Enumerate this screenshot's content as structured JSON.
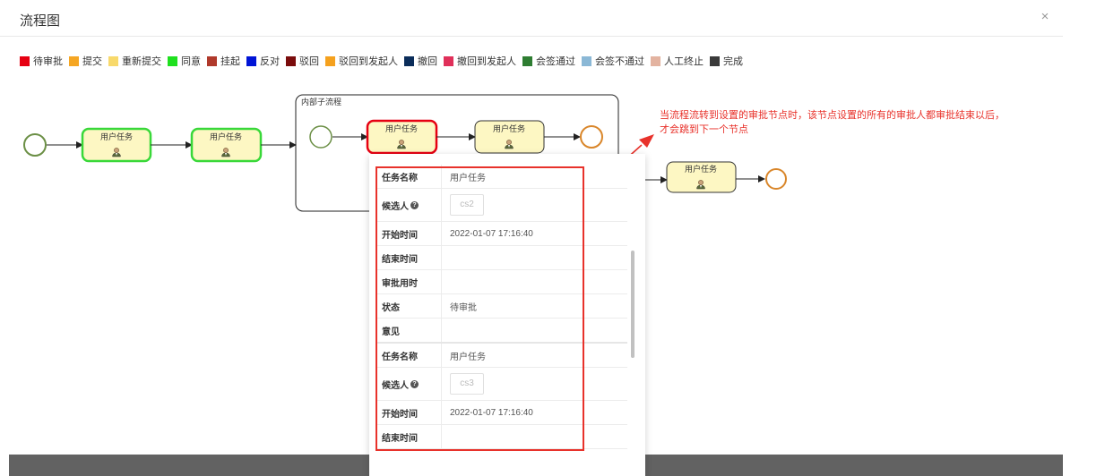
{
  "dialog": {
    "title": "流程图",
    "close_label": "×"
  },
  "legend": [
    {
      "label": "待审批",
      "color": "#e60012"
    },
    {
      "label": "提交",
      "color": "#f5a623"
    },
    {
      "label": "重新提交",
      "color": "#f8d96b"
    },
    {
      "label": "同意",
      "color": "#1fe01f"
    },
    {
      "label": "挂起",
      "color": "#b0392b"
    },
    {
      "label": "反对",
      "color": "#0014d6"
    },
    {
      "label": "驳回",
      "color": "#7a0c0c"
    },
    {
      "label": "驳回到发起人",
      "color": "#f5a11e"
    },
    {
      "label": "撤回",
      "color": "#0b2d5a"
    },
    {
      "label": "撤回到发起人",
      "color": "#e0305a"
    },
    {
      "label": "会签通过",
      "color": "#2e7d32"
    },
    {
      "label": "会签不通过",
      "color": "#8bb8d6"
    },
    {
      "label": "人工终止",
      "color": "#e3b3a0"
    },
    {
      "label": "完成",
      "color": "#3a3a3a"
    }
  ],
  "diagram": {
    "subprocess_label": "内部子流程",
    "task_label": "用户任务",
    "colors": {
      "task_fill": "#fdf7c3",
      "approved_border": "#39d839",
      "pending_border": "#e60012",
      "default_border": "#333333",
      "start_border": "#6b8f45",
      "end_border": "#d9862a"
    }
  },
  "annotation": {
    "line1": "当流程流转到设置的审批节点时，该节点设置的所有的审批人都审批结束以后，",
    "line2": "才会跳到下一个节点",
    "color": "#e8322b"
  },
  "popup": {
    "groups": [
      {
        "task_name_label": "任务名称",
        "task_name": "用户任务",
        "candidate_label": "候选人",
        "candidate": "cs2",
        "start_label": "开始时间",
        "start": "2022-01-07 17:16:40",
        "end_label": "结束时间",
        "end": "",
        "duration_label": "审批用时",
        "duration": "",
        "status_label": "状态",
        "status": "待审批",
        "opinion_label": "意见",
        "opinion": ""
      },
      {
        "task_name_label": "任务名称",
        "task_name": "用户任务",
        "candidate_label": "候选人",
        "candidate": "cs3",
        "start_label": "开始时间",
        "start": "2022-01-07 17:16:40",
        "end_label": "结束时间",
        "end": ""
      }
    ],
    "help_icon": "?"
  }
}
